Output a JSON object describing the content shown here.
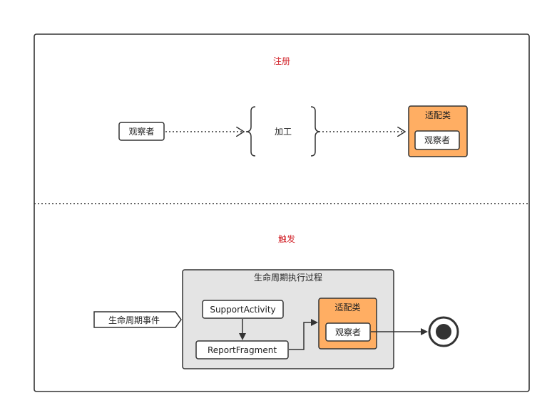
{
  "colors": {
    "title_red": "#d2232a",
    "adapter_fill": "#ffae63",
    "group_fill": "#e4e4e4",
    "stroke": "#333333"
  },
  "top_section": {
    "title": "注册",
    "observer_label": "观察者",
    "process_label": "加工",
    "adapter_title": "适配类",
    "adapter_inner_label": "观察者"
  },
  "bottom_section": {
    "title": "触发",
    "event_label": "生命周期事件",
    "group_title": "生命周期执行过程",
    "support_activity_label": "SupportActivity",
    "report_fragment_label": "ReportFragment",
    "adapter_title": "适配类",
    "adapter_inner_label": "观察者"
  },
  "icons": {
    "end_state": "final-state-icon"
  }
}
